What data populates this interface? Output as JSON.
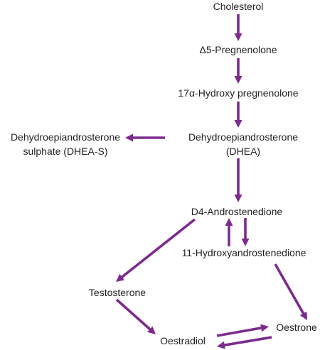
{
  "diagram": {
    "accent_color": "#7b2b8e",
    "text_color": "#231f20",
    "nodes": {
      "cholesterol": "Cholesterol",
      "pregnenolone": "Δ5-Pregnenolone",
      "hydroxy_pregnenolone": "17α-Hydroxy pregnenolone",
      "dhea_line1": "Dehydroepiandrosterone",
      "dhea_line2": "(DHEA)",
      "dheas_line1": "Dehydroepiandrosterone",
      "dheas_line2": "sulphate (DHEA-S)",
      "androstenedione": "D4-Androstenedione",
      "hydroxyandrostenedione": "11-Hydroxyandrostenedione",
      "testosterone": "Testosterone",
      "oestrone": "Oestrone",
      "oestradiol": "Oestradiol"
    },
    "edges": [
      {
        "from": "cholesterol",
        "to": "pregnenolone"
      },
      {
        "from": "pregnenolone",
        "to": "hydroxy_pregnenolone"
      },
      {
        "from": "hydroxy_pregnenolone",
        "to": "dhea"
      },
      {
        "from": "dhea",
        "to": "dheas"
      },
      {
        "from": "dhea",
        "to": "androstenedione"
      },
      {
        "from": "hydroxyandrostenedione",
        "to": "androstenedione"
      },
      {
        "from": "androstenedione",
        "to": "hydroxyandrostenedione"
      },
      {
        "from": "androstenedione",
        "to": "testosterone"
      },
      {
        "from": "hydroxyandrostenedione",
        "to": "oestrone"
      },
      {
        "from": "testosterone",
        "to": "oestradiol"
      },
      {
        "from": "oestradiol",
        "to": "oestrone"
      },
      {
        "from": "oestrone",
        "to": "oestradiol"
      }
    ]
  }
}
